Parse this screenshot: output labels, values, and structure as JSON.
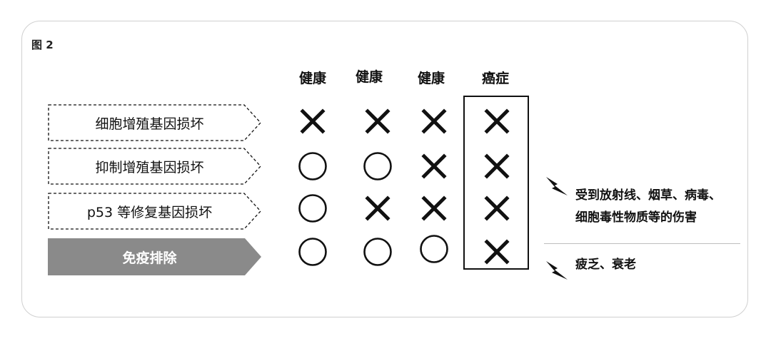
{
  "figure_label": "图 2",
  "columns": [
    "健康",
    "健康",
    "健康",
    "癌症"
  ],
  "rows": [
    {
      "label": "细胞增殖基因损坏",
      "marks": [
        "x",
        "x",
        "x",
        "x"
      ]
    },
    {
      "label": "抑制增殖基因损坏",
      "marks": [
        "o",
        "o",
        "x",
        "x"
      ]
    },
    {
      "label": "p53 等修复基因损坏",
      "marks": [
        "o",
        "x",
        "x",
        "x"
      ]
    },
    {
      "label": "免疫排除",
      "marks": [
        "o",
        "o",
        "o",
        "x"
      ]
    }
  ],
  "causes": {
    "damage_line1": "受到放射线、烟草、病毒、",
    "damage_line2": "细胞毒性物质等的伤害",
    "aging": "疲乏、衰老"
  },
  "colors": {
    "immune_fill": "#8a8a8a",
    "stroke": "#111111"
  },
  "icons": {
    "cause": "lightning-bolt-icon",
    "yes": "circle-icon",
    "no": "cross-icon"
  }
}
